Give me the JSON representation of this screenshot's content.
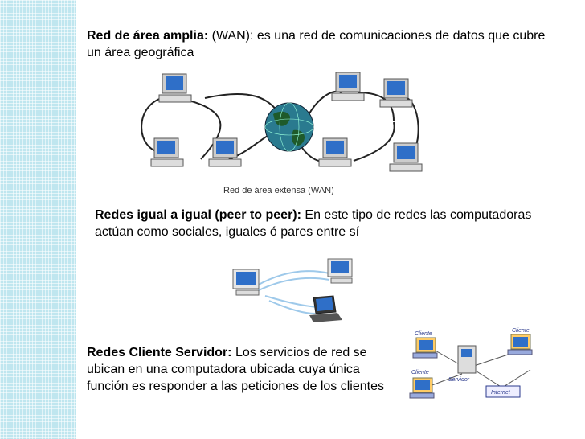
{
  "wan": {
    "title": "Red de área amplia:",
    "body": " (WAN): es una red de comunicaciones de datos que cubre un área geográfica",
    "caption": "Red de área extensa (WAN)"
  },
  "p2p": {
    "title": "Redes igual a igual (peer to peer):",
    "body": " En este tipo de redes las computadoras actúan como sociales, iguales ó pares entre sí"
  },
  "client_server": {
    "title": "Redes Cliente Servidor:",
    "body": " Los servicios de red se ubican en una computadora ubicada cuya única función es responder a las peticiones de los clientes",
    "labels": {
      "client_1": "Cliente",
      "client_2": "Cliente",
      "client_3": "Cliente",
      "server": "Servidor",
      "internet": "Internet"
    }
  },
  "colors": {
    "side_strip": "#bfe6ef",
    "screen": "#2f6fc8",
    "globe": "#2a7a8f"
  }
}
